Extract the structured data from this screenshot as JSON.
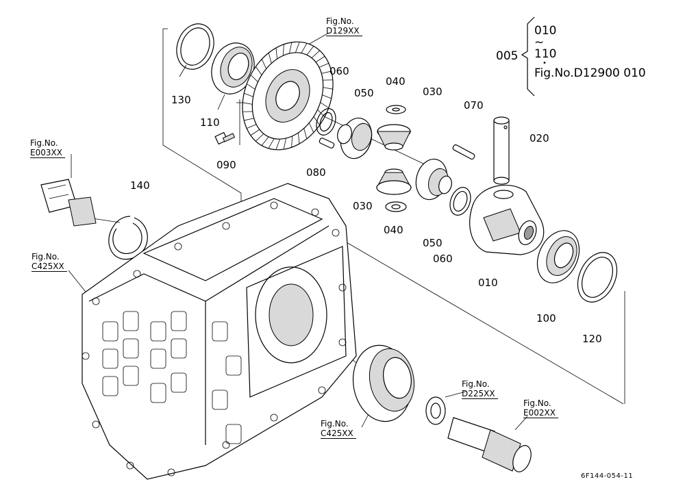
{
  "legend": {
    "ref": "005",
    "range_start": "010",
    "tilde": "~",
    "range_end": "110",
    "dot": "•",
    "fig_ref": "Fig.No.D12900 010"
  },
  "figure_refs": {
    "d129": {
      "line1": "Fig.No.",
      "line2": "D129XX"
    },
    "e003": {
      "line1": "Fig.No.",
      "line2": "E003XX"
    },
    "c425_left": {
      "line1": "Fig.No.",
      "line2": "C425XX"
    },
    "c425_bottom": {
      "line1": "Fig.No.",
      "line2": "C425XX"
    },
    "d225": {
      "line1": "Fig.No.",
      "line2": "D225XX"
    },
    "e002": {
      "line1": "Fig.No.",
      "line2": "E002XX"
    }
  },
  "part_labels": {
    "p130": "130",
    "p110": "110",
    "p090": "090",
    "p080": "080",
    "p060_top": "060",
    "p050_top": "050",
    "p040_top": "040",
    "p030_top": "030",
    "p070": "070",
    "p020": "020",
    "p140": "140",
    "p030_bottom": "030",
    "p040_bottom": "040",
    "p050_bottom": "050",
    "p060_bottom": "060",
    "p010": "010",
    "p100": "100",
    "p120": "120"
  },
  "drawing_code": "6F144-054-11"
}
